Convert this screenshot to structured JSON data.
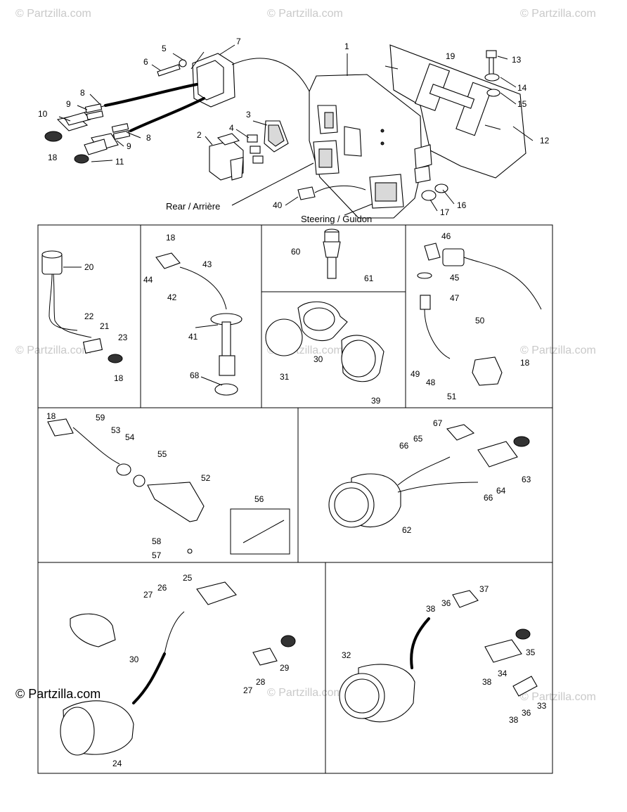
{
  "watermark": "© Partzilla.com",
  "callouts": {
    "rear": "Rear / Arrière",
    "steering": "Steering / Guidon"
  },
  "parts": [
    "1",
    "2",
    "3",
    "4",
    "5",
    "6",
    "7",
    "8",
    "8",
    "9",
    "9",
    "10",
    "11",
    "12",
    "13",
    "14",
    "15",
    "16",
    "17",
    "18",
    "18",
    "18",
    "18",
    "18",
    "19",
    "20",
    "21",
    "22",
    "23",
    "24",
    "25",
    "26",
    "27",
    "27",
    "28",
    "29",
    "30",
    "30",
    "31",
    "32",
    "33",
    "34",
    "35",
    "36",
    "36",
    "37",
    "38",
    "38",
    "38",
    "39",
    "40",
    "41",
    "42",
    "43",
    "44",
    "45",
    "46",
    "47",
    "48",
    "49",
    "50",
    "51",
    "52",
    "53",
    "54",
    "55",
    "56",
    "57",
    "58",
    "59",
    "60",
    "61",
    "62",
    "63",
    "64",
    "65",
    "66",
    "66",
    "67",
    "68"
  ]
}
